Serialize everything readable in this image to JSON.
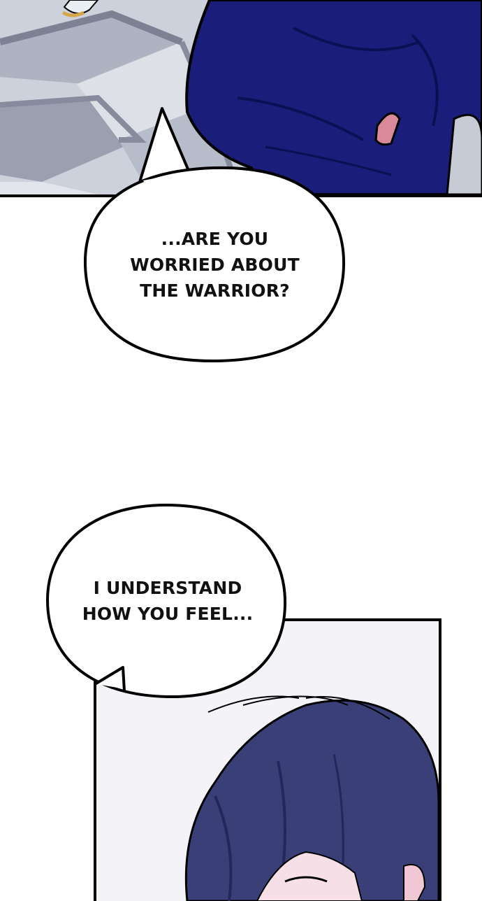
{
  "comic": {
    "bubble_1": {
      "lines": [
        "...ARE YOU",
        "WORRIED ABOUT",
        "THE WARRIOR?"
      ]
    },
    "bubble_2": {
      "lines": [
        "I UNDERSTAND",
        "HOW YOU FEEL..."
      ]
    }
  },
  "colors": {
    "floor": "#c9cdd8",
    "floor_tile_dark": "#8f95a6",
    "coat": "#1a1d7a",
    "hair": "#3a3f78",
    "ink": "#000000",
    "bubble_fill": "#ffffff"
  }
}
